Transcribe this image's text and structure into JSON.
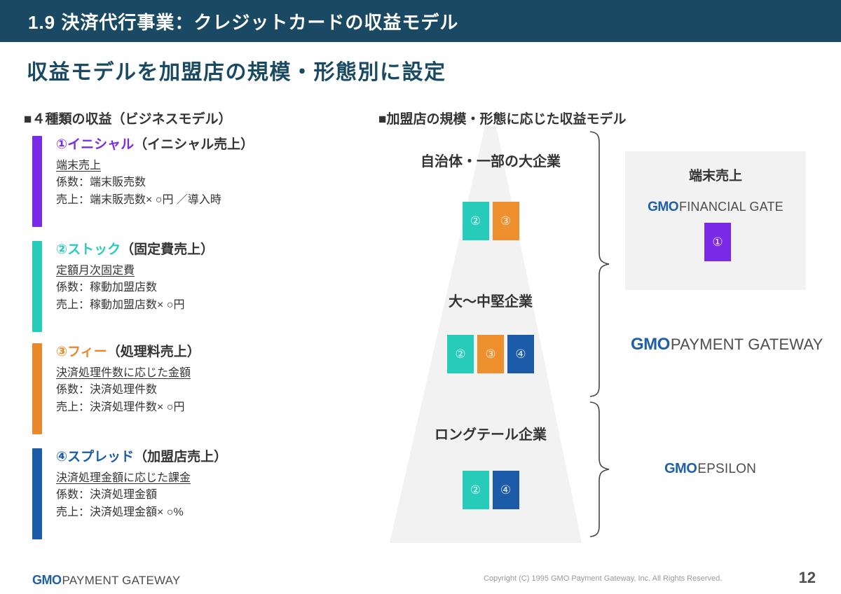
{
  "slide": {
    "header_title": "1.9  決済代行事業：クレジットカードの収益モデル",
    "subtitle": "収益モデルを加盟店の規模・形態別に設定",
    "header_bg": "#1a4a63",
    "subtitle_color": "#1a4a63"
  },
  "left": {
    "section_heading": "■４種類の収益（ビジネスモデル）",
    "blocks": [
      {
        "number": "①",
        "name": "イニシャル",
        "paren": "（イニシャル売上）",
        "sub": "端末売上",
        "coefficient": "係数：端末販売数",
        "sales": "売上：端末販売数× ○円 ／導入時",
        "color": "#7b2be8"
      },
      {
        "number": "②",
        "name": "ストック",
        "paren": "（固定費売上）",
        "sub": "定額月次固定費",
        "coefficient": "係数：稼動加盟店数",
        "sales": "売上：稼動加盟店数× ○円",
        "color": "#26cbba"
      },
      {
        "number": "③",
        "name": "フィー",
        "paren": "（処理料売上）",
        "sub": "決済処理件数に応じた金額",
        "coefficient": "係数：決済処理件数",
        "sales": "売上：決済処理件数× ○円",
        "color": "#e8882b"
      },
      {
        "number": "④",
        "name": "スプレッド",
        "paren": "（加盟店売上）",
        "sub": "決済処理金額に応じた課金",
        "coefficient": "係数：決済処理金額",
        "sales": "売上：決済処理金額× ○%",
        "color": "#1c5ba8"
      }
    ]
  },
  "right": {
    "section_heading": "■加盟店の規模・形態に応じた収益モデル",
    "funnel_color": "#f2f2f2",
    "tiers": [
      {
        "label": "自治体・一部の大企業",
        "chips": [
          {
            "number": "②",
            "color": "#26cbba"
          },
          {
            "number": "③",
            "color": "#ee8f2e"
          }
        ]
      },
      {
        "label": "大～中堅企業",
        "chips": [
          {
            "number": "②",
            "color": "#26cbba"
          },
          {
            "number": "③",
            "color": "#ee8f2e"
          },
          {
            "number": "④",
            "color": "#1c5ba8"
          }
        ]
      },
      {
        "label": "ロングテール企業",
        "chips": [
          {
            "number": "②",
            "color": "#26cbba"
          },
          {
            "number": "④",
            "color": "#1c5ba8"
          }
        ]
      }
    ],
    "panel": {
      "title": "端末売上",
      "bg": "#f2f2f2",
      "logo_mark": "GMO",
      "logo_word": "FINANCIAL GATE",
      "chip": {
        "number": "①",
        "color": "#7b2be8"
      }
    },
    "logo_payment_gateway": {
      "mark": "GMO",
      "word": "PAYMENT GATEWAY"
    },
    "logo_epsilon": {
      "mark": "GMO",
      "word": "EPSILON"
    }
  },
  "footer": {
    "logo_mark": "GMO",
    "logo_word": "PAYMENT GATEWAY",
    "copyright": "Copyright (C) 1995 GMO Payment Gateway, Inc. All Rights Reserved.",
    "page_number": "12"
  }
}
